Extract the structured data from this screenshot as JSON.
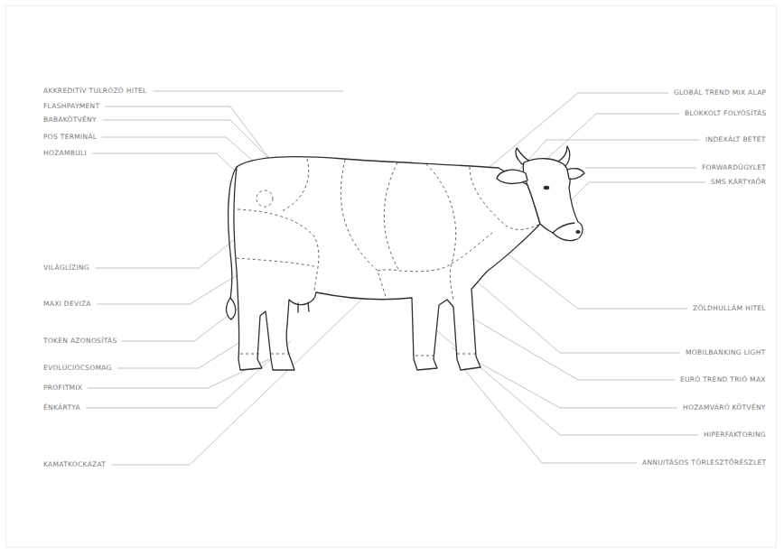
{
  "diagram": {
    "labels": [
      "AKKREDITÍV TULRÓZÓ HITEL",
      "FLASHPAYMENT",
      "BABAKÖTVÉNY",
      "POS TERMINÁL",
      "HOZAMBULI",
      "VILÁGLÍZING",
      "MAXI DEVIZA",
      "TOKEN AZONOSÍTÁS",
      "EVOLÚCIÓCSOMAG",
      "PROFITMIX",
      "ÉNKÁRTYA",
      "KAMATKOCKÁZAT",
      "GLOBÁL TREND MIX ALAP",
      "BLOKKOLT FOLYÓSÍTÁS",
      "INDEXÁLT BETÉT",
      "FORWARDÜGYLET",
      "SMS KÁRTYAŐR",
      "ZÖLDHULLÁM HITEL",
      "MOBILBANKING LIGHT",
      "EURÓ TREND TRIÓ MAX",
      "HOZAMVÁRÓ KÖTVÉNY",
      "HIPERFAKTORING",
      "ANNUITÁSOS TÖRLESZTŐRÉSZLET"
    ]
  }
}
